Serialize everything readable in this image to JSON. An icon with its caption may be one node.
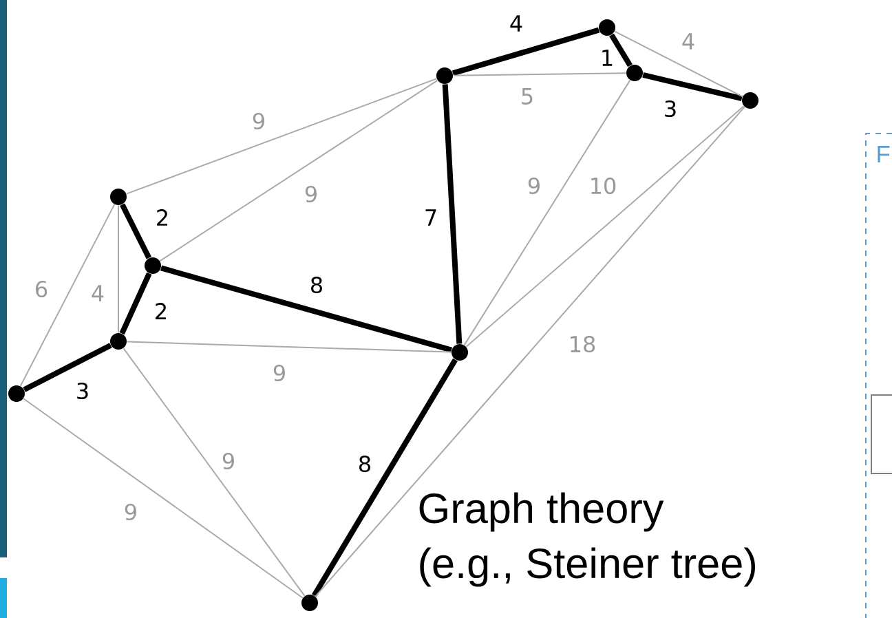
{
  "diagram": {
    "nodes": [
      {
        "text": [],
        "shape": "circle"
      },
      {
        "text": [],
        "shape": "circle"
      },
      {
        "text": [],
        "shape": "circle"
      },
      {
        "text": [],
        "shape": "circle"
      },
      {
        "text": [],
        "shape": "circle"
      },
      {
        "text": [],
        "shape": "circle"
      },
      {
        "text": [],
        "shape": "circle"
      },
      {
        "text": [],
        "shape": "circle"
      },
      {
        "text": [],
        "shape": "circle"
      },
      {
        "text": [],
        "shape": "circle"
      }
    ],
    "edges": [
      {
        "from": 4,
        "to": 5,
        "arrow": "none",
        "label": "2",
        "style": "thick",
        "color": "#000000"
      },
      {
        "from": 5,
        "to": 6,
        "arrow": "none",
        "label": "2",
        "style": "thick",
        "color": "#000000"
      },
      {
        "from": 6,
        "to": 8,
        "arrow": "none",
        "label": "3",
        "style": "thick",
        "color": "#000000"
      },
      {
        "from": 5,
        "to": 7,
        "arrow": "none",
        "label": "8",
        "style": "thick",
        "color": "#000000"
      },
      {
        "from": 2,
        "to": 7,
        "arrow": "none",
        "label": "7",
        "style": "thick",
        "color": "#000000"
      },
      {
        "from": 2,
        "to": 0,
        "arrow": "none",
        "label": "4",
        "style": "thick",
        "color": "#000000"
      },
      {
        "from": 0,
        "to": 1,
        "arrow": "none",
        "label": "1",
        "style": "thick",
        "color": "#000000"
      },
      {
        "from": 1,
        "to": 3,
        "arrow": "none",
        "label": "3",
        "style": "thick",
        "color": "#000000"
      },
      {
        "from": 7,
        "to": 9,
        "arrow": "none",
        "label": "8",
        "style": "thick",
        "color": "#000000"
      },
      {
        "from": 4,
        "to": 2,
        "arrow": "none",
        "label": "9"
      },
      {
        "from": 5,
        "to": 2,
        "arrow": "none",
        "label": "9"
      },
      {
        "from": 4,
        "to": 8,
        "arrow": "none",
        "label": "6"
      },
      {
        "from": 4,
        "to": 6,
        "arrow": "none",
        "label": "4"
      },
      {
        "from": 6,
        "to": 7,
        "arrow": "none",
        "label": "9"
      },
      {
        "from": 6,
        "to": 9,
        "arrow": "none",
        "label": "9"
      },
      {
        "from": 8,
        "to": 9,
        "arrow": "none",
        "label": "9"
      },
      {
        "from": 2,
        "to": 1,
        "arrow": "none",
        "label": "5"
      },
      {
        "from": 0,
        "to": 3,
        "arrow": "none",
        "label": "4"
      },
      {
        "from": 1,
        "to": 7,
        "arrow": "none",
        "label": "9"
      },
      {
        "from": 3,
        "to": 7,
        "arrow": "none",
        "label": "10"
      },
      {
        "from": 3,
        "to": 9,
        "arrow": "none",
        "label": "18"
      }
    ],
    "labels": [
      "Graph theory",
      "(e.g., Steiner tree)",
      "F"
    ]
  }
}
